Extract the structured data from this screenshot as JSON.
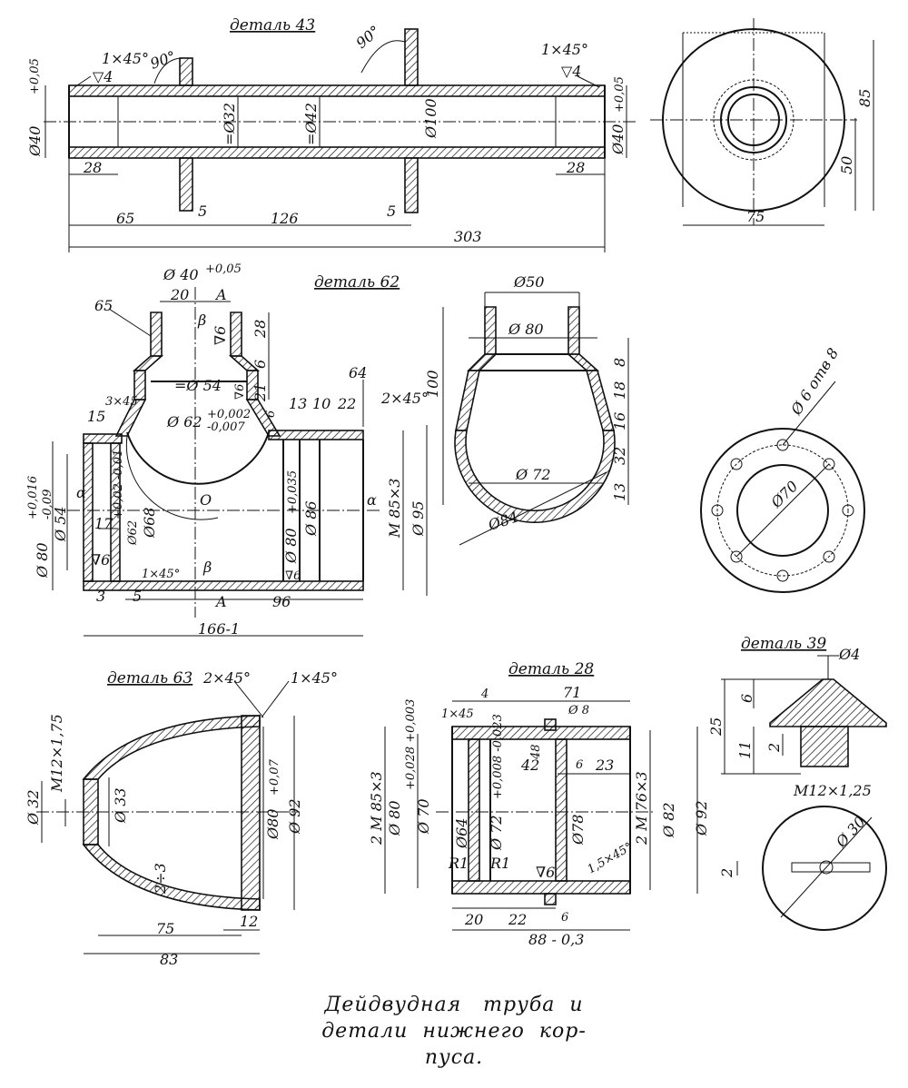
{
  "part43": {
    "title": "деталь 43",
    "chamfer_left": "1×45°",
    "chamfer_right": "1×45°",
    "rough_left": "▽4",
    "rough_right": "▽4",
    "angle_small": "90°",
    "angle_big": "90°",
    "dia_left": "Ø40",
    "tol_left": "+0,05",
    "dia_right": "Ø40",
    "tol_right": "+0,05",
    "dia_32": "=Ø32",
    "dia_42": "=Ø42",
    "dia_100": "Ø100",
    "len_28_left": "28",
    "len_28_right": "28",
    "len_65": "65",
    "len_5a": "5",
    "len_126": "126",
    "len_5b": "5",
    "len_303": "303"
  },
  "flange43": {
    "dim_85": "85",
    "dim_50": "50",
    "dim_75": "75"
  },
  "part62": {
    "title": "деталь 62",
    "d40": "Ø 40",
    "d40_tol": "+0,05",
    "dim_20": "20",
    "section_a": "A",
    "section_a2": "A",
    "callout_65": "65",
    "callout_64": "64",
    "label_b": "β",
    "label_b2": "β",
    "rough6a": "∇6",
    "dim_28": "28",
    "dim_6": "6",
    "d54": "=Ø 54",
    "rough6b": "∇6",
    "dim_21": "21",
    "dim_6b": "6",
    "chamfer_3x45": "3×45",
    "dim_15": "15",
    "d62": "Ø 62",
    "d62_tol_up": "+0,002",
    "d62_tol_dn": "-0,007",
    "dim_13": "13",
    "dim_10": "10",
    "dim_22": "22",
    "chamfer_2x45": "2×45°",
    "d80": "Ø 80",
    "d80_tol_up": "+0,016",
    "d80_tol_dn": "-0,09",
    "d54b": "Ø 54",
    "alpha": "α",
    "alpha2": "α",
    "d62b": "Ø62",
    "d62b_tol": "+0,02 -0,01",
    "d68": "Ø68",
    "label_o": "O",
    "dim_17": "17",
    "rough6c": "∇6",
    "chamfer_1x45": "1×45°",
    "d80b": "Ø 80",
    "d80b_tol": "+0,035",
    "d86": "Ø 86",
    "m85": "M 85×3",
    "d95": "Ø 95",
    "rough6d": "∇6",
    "dim_3": "3",
    "dim_5": "5",
    "dim_96": "96",
    "dim_166": "166-1"
  },
  "part62_side": {
    "d50": "Ø50",
    "d80": "Ø 80",
    "dim_100": "100",
    "dim_8": "8",
    "dim_18": "18",
    "dim_16": "16",
    "dim_32": "32",
    "dim_13": "13",
    "d72": "Ø 72",
    "d84": "Ø84"
  },
  "flange_holes": {
    "holes": "Ø 6 отв 8",
    "d70": "Ø70"
  },
  "part63": {
    "title": "деталь 63",
    "chamfer_2x45": "2×45°",
    "chamfer_1x45": "1×45°",
    "thread": "M12×1,75",
    "d32": "Ø 32",
    "d33": "Ø 33",
    "d80": "Ø80",
    "d80_tol": "+0,07",
    "d92": "Ø 92",
    "wall": "2÷3",
    "dim_12": "12",
    "dim_75": "75",
    "dim_83": "83"
  },
  "part28": {
    "title": "деталь 28",
    "dim_71": "71",
    "dim_4": "4",
    "chamfer_1x45": "1×45",
    "thread_small": "Ø 8",
    "dim_48": "48",
    "dim_42": "42",
    "dim_6": "6",
    "dim_23": "23",
    "thread_85": "2 M 85×3",
    "d80": "Ø 80",
    "d80_tol": "+0,028 +0,003",
    "d70": "Ø 70",
    "d64": "Ø64",
    "d72": "Ø 72",
    "d72_tol": "+0,008 -0,023",
    "d78": "Ø78",
    "thread_76": "2 M 76×3",
    "d82": "Ø 82",
    "d92": "Ø 92",
    "r1": "R1",
    "r1b": "R1",
    "rough6": "∇6",
    "chamfer_15": "1,5×45°",
    "dim_20": "20",
    "dim_22": "22",
    "dim_6b": "6",
    "dim_88": "88 - 0,3"
  },
  "part39": {
    "title": "деталь 39",
    "d4": "Ø4",
    "dim_6": "6",
    "dim_25": "25",
    "dim_11": "11",
    "dim_2": "2",
    "thread": "M12×1,25",
    "d30": "Ø 30",
    "dim_2b": "2"
  },
  "caption": {
    "line1": "Дейдвудная   труба  и",
    "line2": "детали  нижнего  кор-",
    "line3": "пуса."
  }
}
